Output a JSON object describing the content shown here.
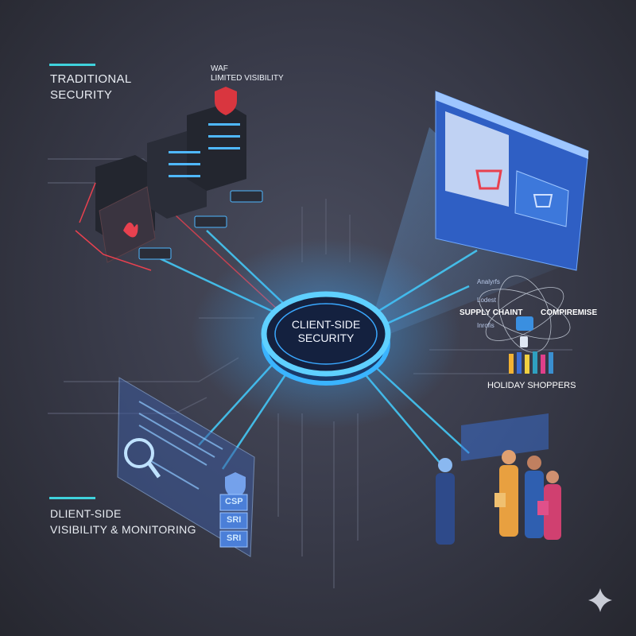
{
  "sections": {
    "traditional": {
      "line1": "TRADITIONAL",
      "line2": "SECURITY"
    },
    "waf": {
      "line1": "WAF",
      "line2": "LIMITED VISIBILITY"
    },
    "core": {
      "line1": "CLIENT-SIDE",
      "line2": "SECURITY"
    },
    "supply_chain": {
      "left": "SUPPLY CHAINT",
      "right": "COMPIREMISE",
      "tags": [
        "Analyrfs",
        "Lodest",
        "Inrofis"
      ]
    },
    "shoppers": {
      "label": "HOLIDAY SHOPPERS"
    },
    "monitoring": {
      "line1": "DLIENT-SIDE",
      "line2": "VISIBILITY & MONITORING",
      "badges": [
        "CSP",
        "SRI",
        "SRI"
      ]
    }
  },
  "colors": {
    "accent": "#3fd2dc",
    "glow": "#3aa8ff",
    "alert": "#e8414f",
    "panel": "#2f5fc4"
  }
}
